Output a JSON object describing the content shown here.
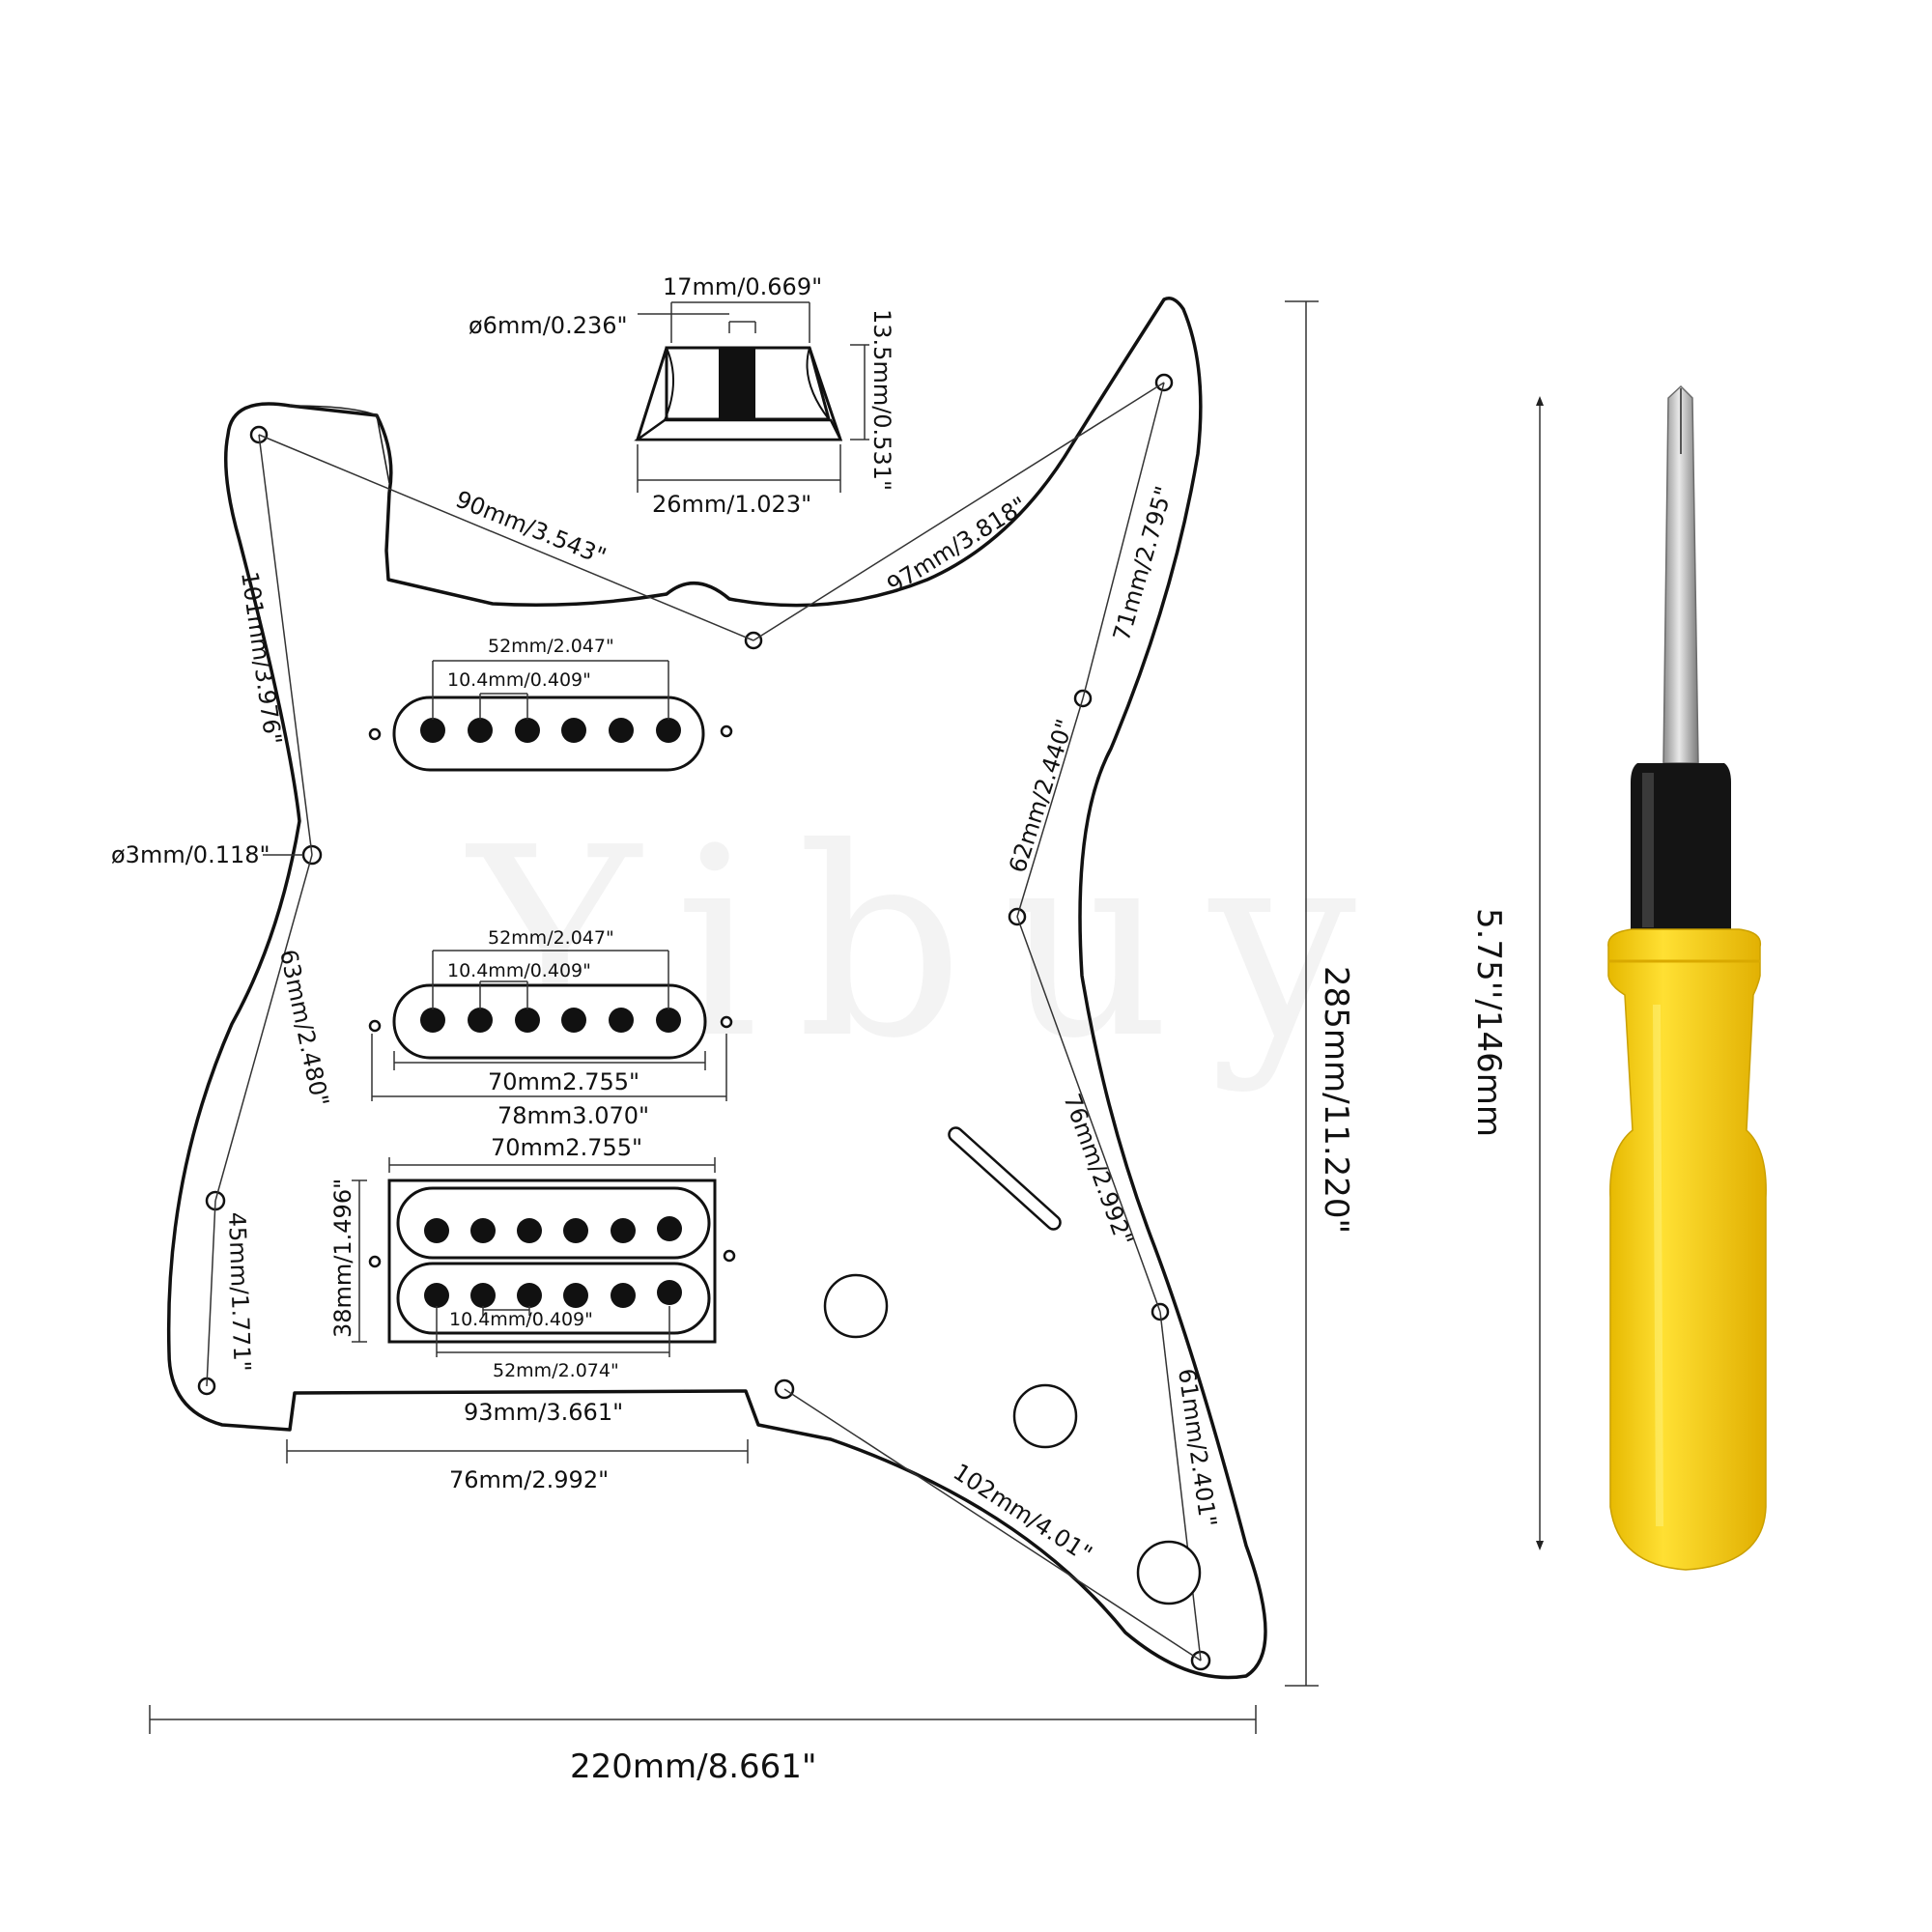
{
  "watermark": "Yibuy",
  "knob": {
    "top_width": "17mm/0.669\"",
    "shaft_diameter": "ø6mm/0.236\"",
    "height": "13.5mm/0.531\"",
    "bottom_width": "26mm/1.023\""
  },
  "pickguard": {
    "width": "220mm/8.661\"",
    "height": "285mm/11.220\"",
    "screw_holes": {
      "hole_1_to_3": "90mm/3.543\"",
      "hole_3_to_2": "97mm/3.818\"",
      "hole_2_to_4": "71mm/2.795\"",
      "hole_4_to_5": "62mm/2.440\"",
      "hole_5_to_6": "76mm/2.992\"",
      "hole_6_to_7": "61mm/2.401\"",
      "hole_7_to_8": "102mm/4.01\"",
      "hole_1_to_9": "101mm/3.976\"",
      "hole_9_to_10": "63mm/2.480\"",
      "hole_10_to_11": "45mm/1.771\"",
      "hole_diameter": "ø3mm/0.118\""
    },
    "neck_pickup": {
      "pole_span": "52mm/2.047\"",
      "pole_spacing": "10.4mm/0.409\""
    },
    "middle_pickup": {
      "pole_span": "52mm/2.047\"",
      "pole_spacing": "10.4mm/0.409\"",
      "cover_length": "70mm2.755\"",
      "mount_span": "78mm3.070\""
    },
    "humbucker": {
      "length": "70mm2.755\"",
      "width": "38mm/1.496\"",
      "pole_spacing": "10.4mm/0.409\"",
      "pole_span": "52mm/2.074\""
    },
    "bottom_edge": {
      "screw_span": "93mm/3.661\"",
      "cutout_width": "76mm/2.992\""
    }
  },
  "screwdriver": {
    "length": "5.75''/146mm",
    "handle_color": "#f7d716",
    "collar_color": "#111111",
    "shaft_color": "#c9c9c9"
  }
}
